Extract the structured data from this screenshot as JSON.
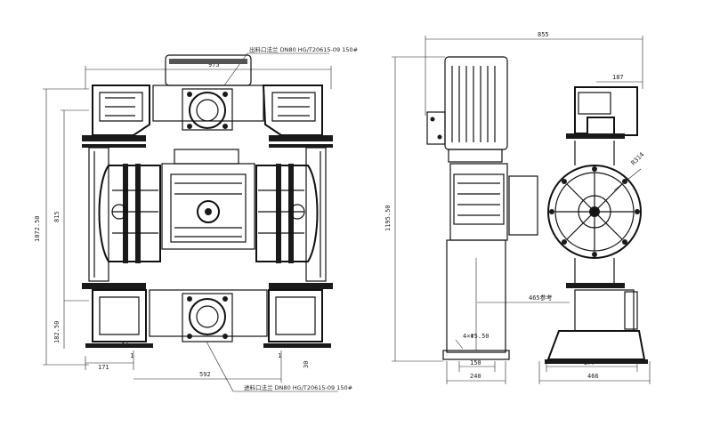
{
  "drawing": {
    "dimensions": {
      "front_overall_width": "975",
      "front_inner_width": "592",
      "front_left_offset": "171",
      "front_bottom_small": "30",
      "front_foot_a": "32",
      "front_foot_b": "1",
      "front_total_height": "1072.50",
      "front_mid_height": "815",
      "front_low_height": "182.50",
      "side_overall_width": "855",
      "side_outlet_width": "187",
      "side_total_height": "1195.50",
      "side_pipe_dia": "R314",
      "side_ref": "465参考",
      "side_holes": "4×Φ5.50",
      "side_base_150": "150",
      "side_base_240": "240",
      "side_base_377": "377",
      "side_base_466": "466"
    },
    "notes": {
      "outlet_flange": "出料口法兰 DN80 HG/T20615-09 150#",
      "inlet_flange": "进料口法兰 DN80 HG/T20615-09 150#"
    }
  }
}
